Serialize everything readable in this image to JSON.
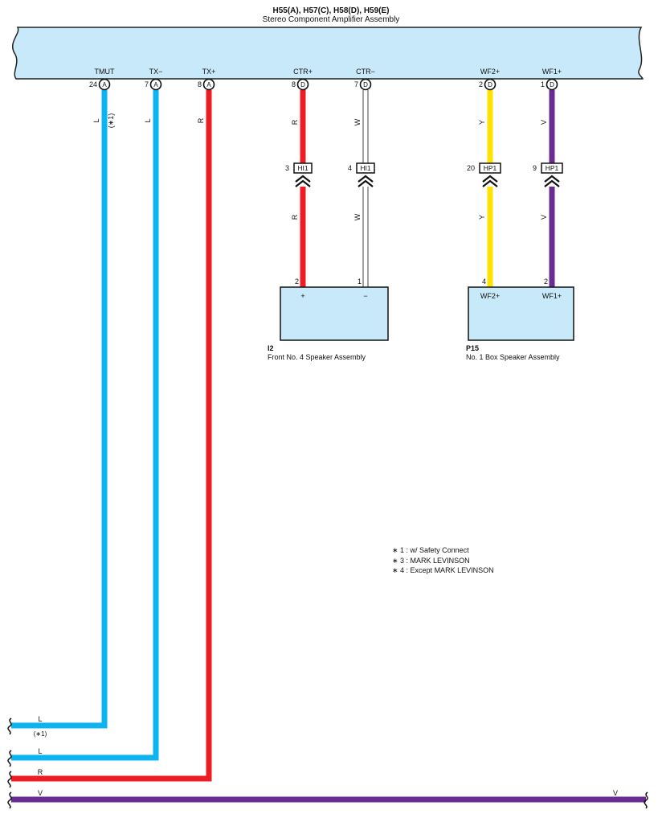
{
  "header": {
    "connectors": "H55(A), H57(C), H58(D), H59(E)",
    "assembly": "Stereo Component Amplifier Assembly"
  },
  "amp_pins": [
    {
      "name": "TMUT",
      "pin": "24",
      "conn": "A"
    },
    {
      "name": "TX−",
      "pin": "7",
      "conn": "A"
    },
    {
      "name": "TX+",
      "pin": "8",
      "conn": "A"
    },
    {
      "name": "CTR+",
      "pin": "8",
      "conn": "D"
    },
    {
      "name": "CTR−",
      "pin": "7",
      "conn": "D"
    },
    {
      "name": "WF2+",
      "pin": "2",
      "conn": "D"
    },
    {
      "name": "WF1+",
      "pin": "1",
      "conn": "D"
    }
  ],
  "wire_colors": {
    "L": "#0db4ef",
    "R": "#ee1c25",
    "W": "#ffffff",
    "Y": "#ffe200",
    "V": "#6b2c91",
    "amp_fill": "#c8e9f9"
  },
  "wires": {
    "tmut": {
      "color": "L",
      "note": "(∗1)"
    },
    "txm": {
      "color": "L"
    },
    "txp": {
      "color": "R"
    },
    "ctrp_upper": {
      "color": "R"
    },
    "ctrp_lower": {
      "color": "R"
    },
    "ctrm_upper": {
      "color": "W"
    },
    "ctrm_lower": {
      "color": "W"
    },
    "wf2_upper": {
      "color": "Y"
    },
    "wf2_lower": {
      "color": "Y"
    },
    "wf1_upper": {
      "color": "V"
    },
    "wf1_lower": {
      "color": "V"
    }
  },
  "inline_connectors": [
    {
      "pin": "3",
      "label": "HI1"
    },
    {
      "pin": "4",
      "label": "HI1"
    },
    {
      "pin": "20",
      "label": "HP1"
    },
    {
      "pin": "9",
      "label": "HP1"
    }
  ],
  "speakers": {
    "front": {
      "id": "I2",
      "name": "Front No.  4 Speaker Assembly",
      "pins": [
        {
          "num": "2",
          "label": "+"
        },
        {
          "num": "1",
          "label": "−"
        }
      ]
    },
    "box": {
      "id": "P15",
      "name": "No.  1 Box Speaker Assembly",
      "pins": [
        {
          "num": "4",
          "label": "WF2+"
        },
        {
          "num": "2",
          "label": "WF1+"
        }
      ]
    }
  },
  "bottom_wires": [
    {
      "color": "L",
      "note": "(∗1)"
    },
    {
      "color": "L"
    },
    {
      "color": "R"
    },
    {
      "color": "V",
      "end_label": "V"
    }
  ],
  "notes": [
    "∗ 1 : w/ Safety Connect",
    "∗ 3 : MARK LEVINSON",
    "∗ 4 : Except MARK LEVINSON"
  ]
}
